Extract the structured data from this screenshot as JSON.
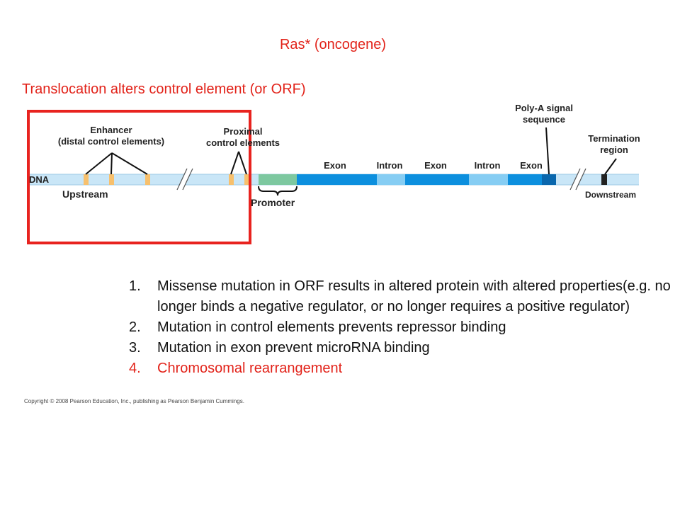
{
  "title": "Ras* (oncogene)",
  "subtitle": "Translocation alters control element (or ORF)",
  "diagram": {
    "dna_label": "DNA",
    "enhancer_label": [
      "Enhancer",
      "(distal control elements)"
    ],
    "proximal_label": [
      "Proximal",
      "control elements"
    ],
    "upstream": "Upstream",
    "promoter": "Promoter",
    "segments": [
      "Exon",
      "Intron",
      "Exon",
      "Intron",
      "Exon"
    ],
    "polya_label": [
      "Poly-A signal",
      "sequence"
    ],
    "termination_label": [
      "Termination",
      "region"
    ],
    "downstream": "Downstream",
    "colors": {
      "red_box": "#e8231f",
      "dna_light": "#c9e6f7",
      "exon": "#0c8fde",
      "intron": "#86cdf3",
      "polya": "#0a67ad",
      "promoter": "#7dc8a0",
      "control_element": "#f7c06d",
      "terminator": "#222222"
    }
  },
  "points": [
    {
      "num": "1.",
      "text": "Missense mutation in ORF results in altered protein with altered properties(e.g. no longer binds a negative regulator, or no longer requires a positive regulator)"
    },
    {
      "num": "2.",
      "text": "Mutation in control elements prevents repressor binding"
    },
    {
      "num": "3.",
      "text": "Mutation in exon prevent microRNA binding"
    },
    {
      "num": "4.",
      "text": "Chromosomal rearrangement"
    }
  ],
  "copyright": "Copyright © 2008 Pearson Education, Inc., publishing as Pearson Benjamin Cummings."
}
